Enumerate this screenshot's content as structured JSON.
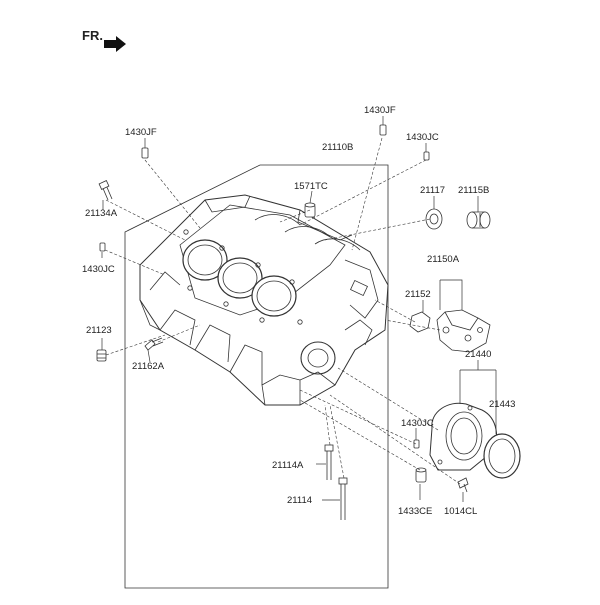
{
  "colors": {
    "line": "#333333",
    "ink": "#222222",
    "fill": "#ffffff",
    "shade": "#dcdcdc"
  },
  "orientation": {
    "label": "FR."
  },
  "callouts": [
    {
      "part": "21110B",
      "label": "21110B"
    },
    {
      "part": "1430JF-top",
      "label": "1430JF"
    },
    {
      "part": "1430JF-left",
      "label": "1430JF"
    },
    {
      "part": "1430JC-top",
      "label": "1430JC"
    },
    {
      "part": "1430JC-left",
      "label": "1430JC"
    },
    {
      "part": "1430JC-bottom",
      "label": "1430JC"
    },
    {
      "part": "1571TC",
      "label": "1571TC"
    },
    {
      "part": "21117",
      "label": "21117"
    },
    {
      "part": "21115B",
      "label": "21115B"
    },
    {
      "part": "21134A",
      "label": "21134A"
    },
    {
      "part": "21150A",
      "label": "21150A"
    },
    {
      "part": "21152",
      "label": "21152"
    },
    {
      "part": "21123",
      "label": "21123"
    },
    {
      "part": "21162A",
      "label": "21162A"
    },
    {
      "part": "21440",
      "label": "21440"
    },
    {
      "part": "21443",
      "label": "21443"
    },
    {
      "part": "21114A",
      "label": "21114A"
    },
    {
      "part": "21114",
      "label": "21114"
    },
    {
      "part": "1433CE",
      "label": "1433CE"
    },
    {
      "part": "1014CL",
      "label": "1014CL"
    }
  ]
}
